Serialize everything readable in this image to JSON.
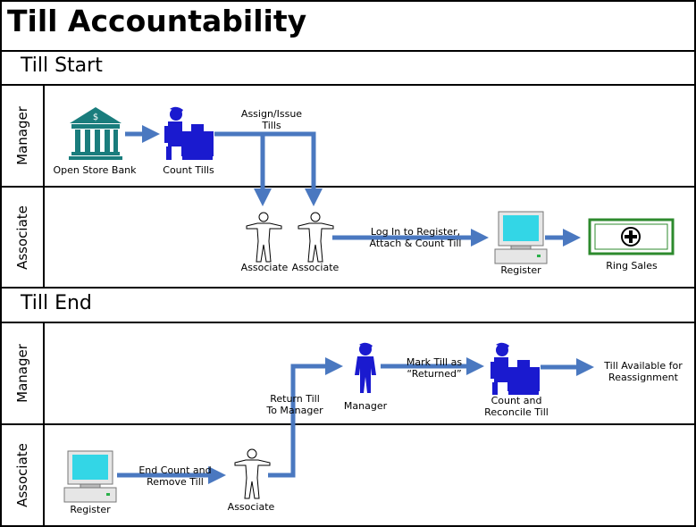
{
  "title": "Till Accountability",
  "sections": {
    "start": "Till Start",
    "end": "Till End"
  },
  "lanes": {
    "manager": "Manager",
    "associate": "Associate"
  },
  "start": {
    "bank": "Open Store Bank",
    "count_tills": "Count Tills",
    "assign_line1": "Assign/Issue",
    "assign_line2": "Tills",
    "associate_a": "Associate",
    "associate_b": "Associate",
    "login_line1": "Log In to Register,",
    "login_line2": "Attach & Count Till",
    "register": "Register",
    "ring_sales": "Ring Sales"
  },
  "end": {
    "register": "Register",
    "endcount_line1": "End Count and",
    "endcount_line2": "Remove Till",
    "associate": "Associate",
    "return_line1": "Return Till",
    "return_line2": "To Manager",
    "manager": "Manager",
    "mark_line1": "Mark Till as",
    "mark_line2": "“Returned”",
    "reconcile_line1": "Count and",
    "reconcile_line2": "Reconcile Till",
    "available_line1": "Till Available for",
    "available_line2": "Reassignment"
  },
  "colors": {
    "arrow": "#4a78c0",
    "person_fill": "#1a1acf",
    "bank": "#1a7d7d",
    "screen": "#33d6e6",
    "ring_border": "#2d8a2d"
  },
  "icons": [
    "bank-icon",
    "manager-desk-icon",
    "person-outline-icon",
    "computer-register-icon",
    "plus-circle-icon",
    "manager-standing-icon"
  ]
}
